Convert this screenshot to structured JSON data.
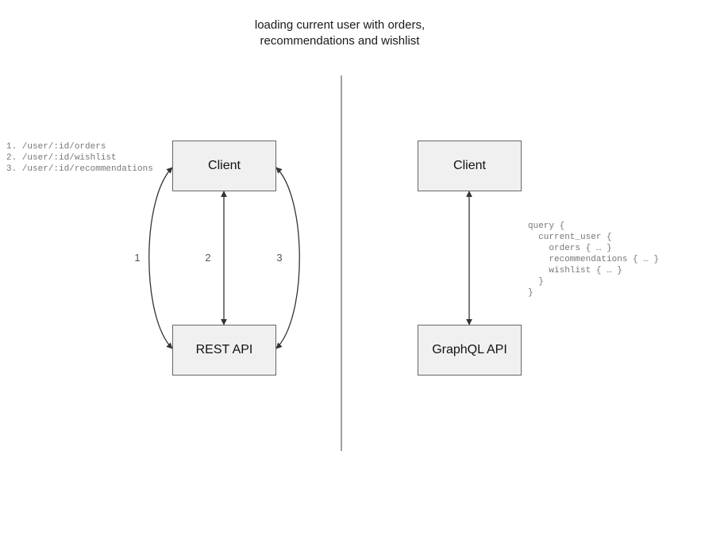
{
  "title": "loading current user with orders,\nrecommendations and wishlist",
  "divider": {
    "name": "vertical-divider",
    "color": "#777777"
  },
  "theme": {
    "node_fill": "#f0f0f0",
    "node_border": "#666666",
    "edge_color": "#333333",
    "label_color": "#555555",
    "code_color": "#777777",
    "title_color": "#1a1a1a",
    "background": "#ffffff"
  },
  "rest_panel": {
    "client_label": "Client",
    "api_label": "REST API",
    "edge_labels": [
      "1",
      "2",
      "3"
    ],
    "endpoints_text": "1. /user/:id/orders\n2. /user/:id/wishlist\n3. /user/:id/recommendations",
    "endpoints": [
      {
        "index": "1.",
        "path": "/user/:id/orders"
      },
      {
        "index": "2.",
        "path": "/user/:id/wishlist"
      },
      {
        "index": "3.",
        "path": "/user/:id/recommendations"
      }
    ]
  },
  "graphql_panel": {
    "client_label": "Client",
    "api_label": "GraphQL API",
    "query_text": "query {\n  current_user {\n    orders { … }\n    recommendations { … }\n    wishlist { … }\n  }\n}"
  }
}
